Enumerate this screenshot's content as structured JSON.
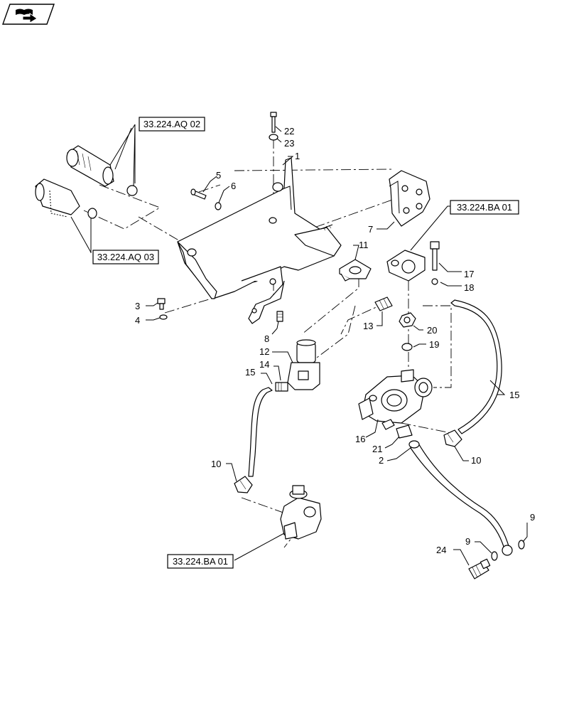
{
  "nav_icon": {
    "name": "open-book-arrow-icon"
  },
  "references": {
    "aq02": "33.224.AQ 02",
    "aq03": "33.224.AQ 03",
    "ba01_top": "33.224.BA 01",
    "ba01_bottom": "33.224.BA 01"
  },
  "callouts": {
    "c1": "1",
    "c2": "2",
    "c3": "3",
    "c4": "4",
    "c5": "5",
    "c6": "6",
    "c7": "7",
    "c8": "8",
    "c9a": "9",
    "c9b": "9",
    "c10a": "10",
    "c10b": "10",
    "c11": "11",
    "c12": "12",
    "c13": "13",
    "c14": "14",
    "c15a": "15",
    "c15b": "15",
    "c16": "16",
    "c17": "17",
    "c18": "18",
    "c19": "19",
    "c20": "20",
    "c21": "21",
    "c22": "22",
    "c23": "23",
    "c24": "24"
  },
  "colors": {
    "line": "#000000",
    "background": "#ffffff"
  }
}
